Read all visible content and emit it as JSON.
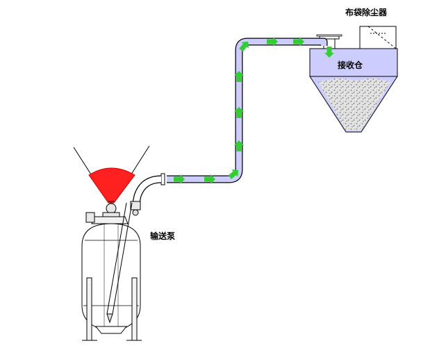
{
  "labels": {
    "dust_collector": "布袋除尘器",
    "receiving_bin": "接收仓",
    "pump": "输送泵"
  },
  "colors": {
    "pipe_fill": "#ccccff",
    "bin_fill": "#ccccff",
    "arrow": "#33cc33",
    "material_red": "#ff2020",
    "line": "#000000"
  },
  "icons": {
    "flow_arrow": "green-arrow-icon"
  }
}
